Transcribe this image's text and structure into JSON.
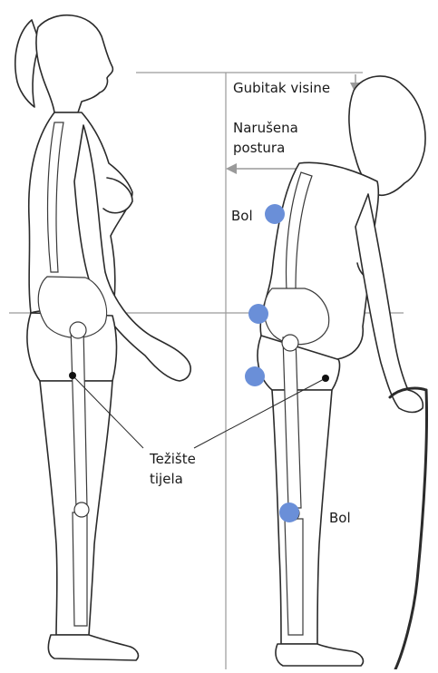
{
  "labels": {
    "height_loss": "Gubitak visine",
    "posture_line1": "Narušena",
    "posture_line2": "postura",
    "pain_upper": "Bol",
    "center_gravity_line1": "Težište",
    "center_gravity_line2": "tijela",
    "pain_lower": "Bol"
  },
  "colors": {
    "pain_marker": "#6a8fd8",
    "reference_line": "#9a9a9a",
    "outline": "#2b2b2b",
    "bone": "#ffffff",
    "skin": "#ffffff"
  },
  "icons": {
    "height_loss_arrow": "arrow-down-icon",
    "posture_arrow": "arrow-left-icon",
    "pain_marker": "circle-icon",
    "gravity_point": "dot-icon"
  }
}
